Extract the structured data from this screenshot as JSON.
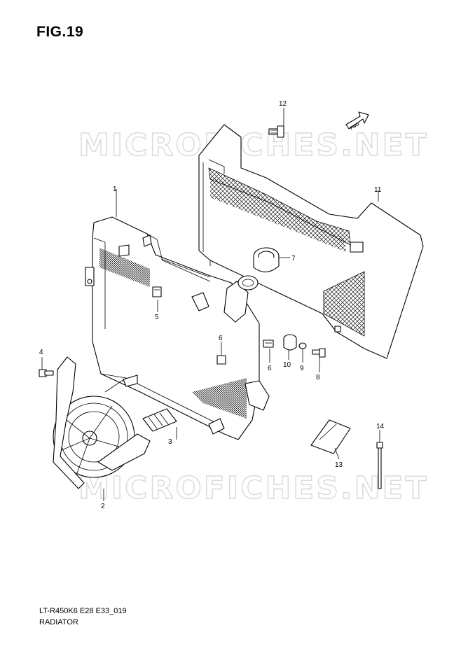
{
  "figure": {
    "title": "FIG.19",
    "code": "LT-R450K6 E28 E33_019",
    "name": "RADIATOR"
  },
  "watermark": {
    "text": "MICROFICHES.NET",
    "color": "#d9d9d9"
  },
  "fwd_label": "FWD",
  "callouts": [
    {
      "id": "1",
      "label": "1"
    },
    {
      "id": "2",
      "label": "2"
    },
    {
      "id": "3",
      "label": "3"
    },
    {
      "id": "4",
      "label": "4"
    },
    {
      "id": "5",
      "label": "5"
    },
    {
      "id": "6a",
      "label": "6"
    },
    {
      "id": "6b",
      "label": "6"
    },
    {
      "id": "7",
      "label": "7"
    },
    {
      "id": "8",
      "label": "8"
    },
    {
      "id": "9",
      "label": "9"
    },
    {
      "id": "10",
      "label": "10"
    },
    {
      "id": "11",
      "label": "11"
    },
    {
      "id": "12",
      "label": "12"
    },
    {
      "id": "13",
      "label": "13"
    },
    {
      "id": "14",
      "label": "14"
    }
  ]
}
